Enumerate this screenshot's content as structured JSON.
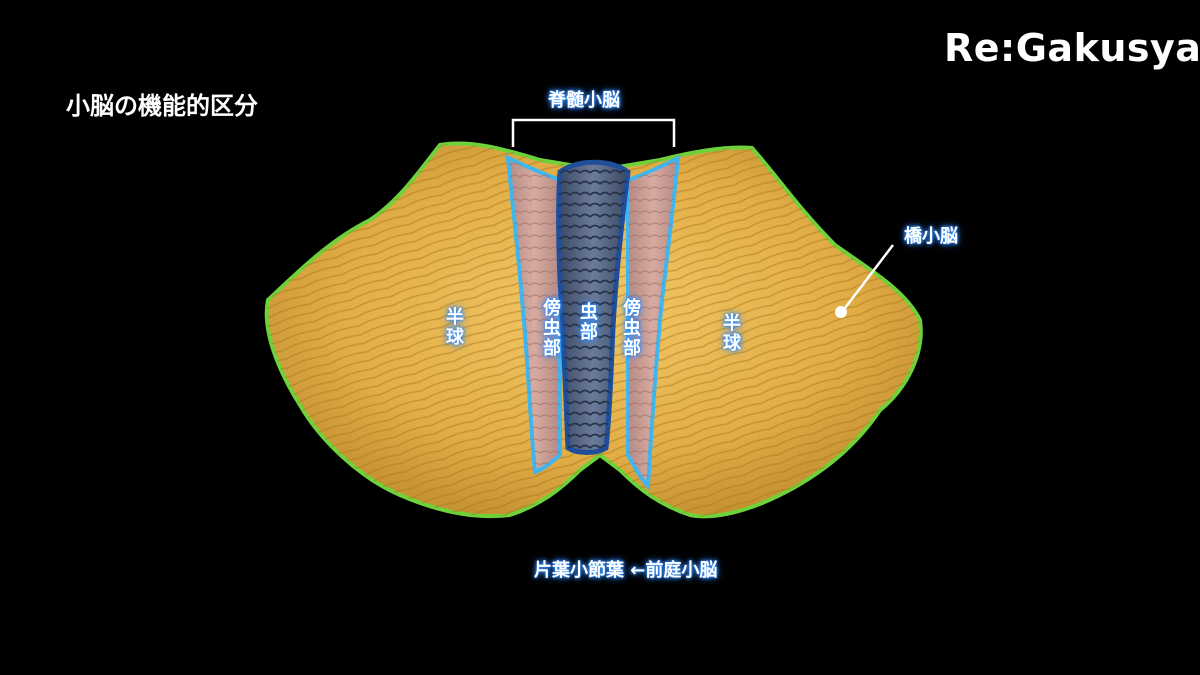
{
  "brand": "Re:Gakusya",
  "title": "小脳の機能的区分",
  "labels": {
    "spinocerebellum": "脊髄小脳",
    "pontocerebellum": "橋小脳",
    "hemisphere_left": "半球",
    "hemisphere_right": "半球",
    "paravermis_left": "傍虫部",
    "vermis": "虫部",
    "paravermis_right": "傍虫部",
    "flocculonodular": "片葉小節葉 ←前庭小脳"
  },
  "colors": {
    "background": "#000000",
    "hemisphere_fill": "#e0b04a",
    "hemisphere_outline": "#6ed23a",
    "paravermis_fill": "#c79a8e",
    "paravermis_outline": "#3fb6f0",
    "vermis_fill": "#4a5a78",
    "vermis_outline": "#1f4f9a"
  }
}
